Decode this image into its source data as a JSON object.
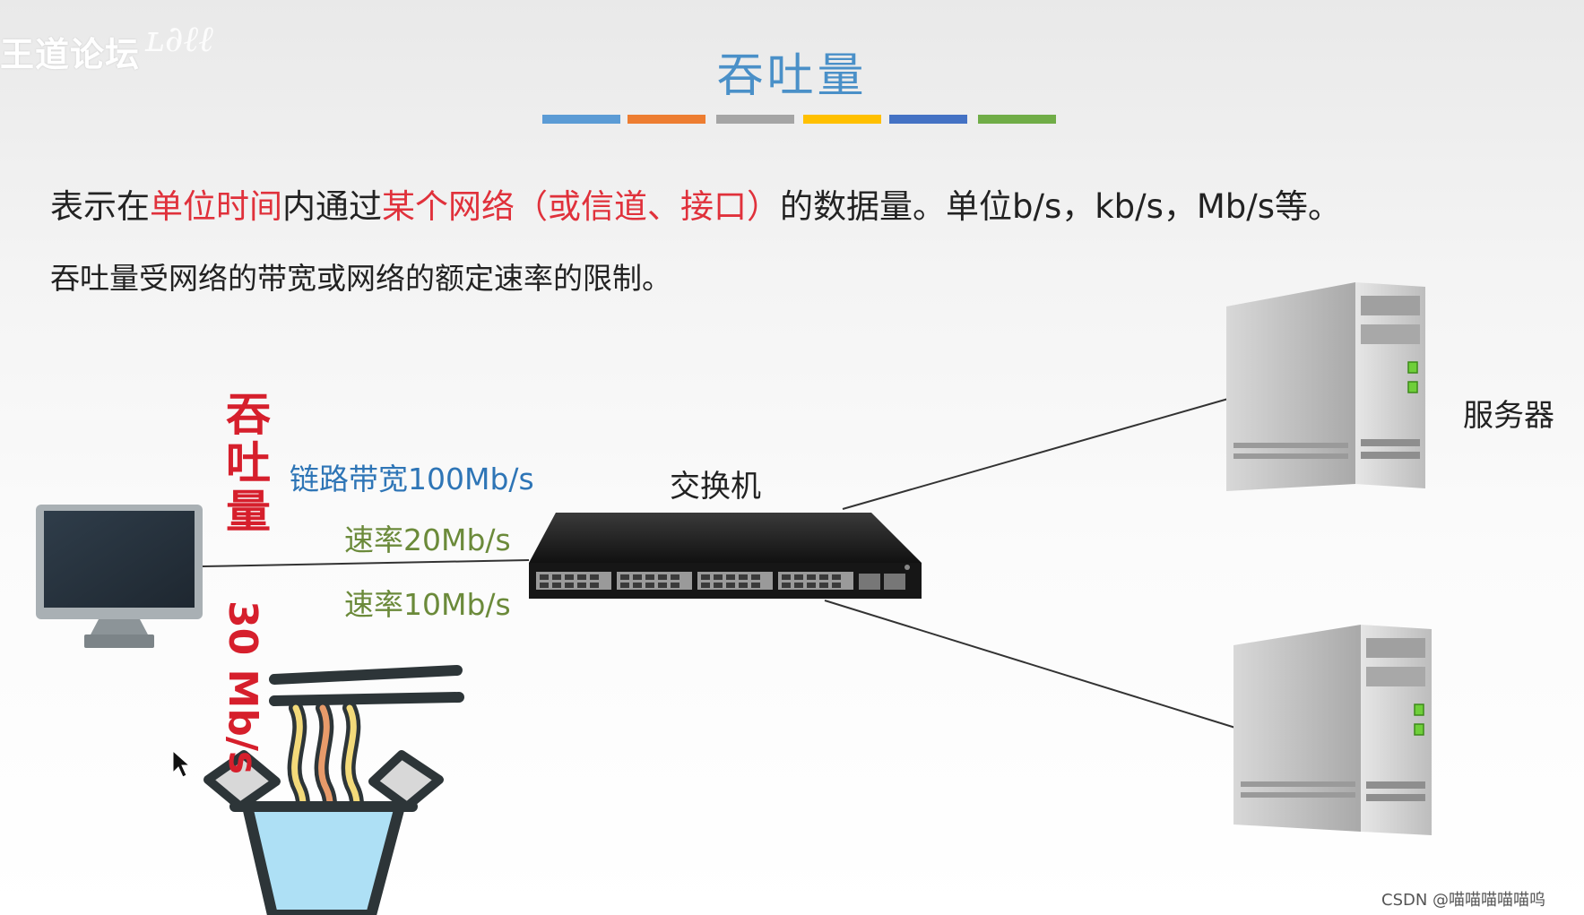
{
  "watermark": {
    "forum": "王道论坛"
  },
  "title": "吞吐量",
  "title_bar_colors": [
    "#5b9bd5",
    "#ed7d31",
    "#a5a5a5",
    "#ffc000",
    "#4472c4",
    "#70ad47"
  ],
  "definition": {
    "part1": "表示在",
    "part2_highlight": "单位时间",
    "part3": "内通过",
    "part4_highlight": "某个网络（或信道、接口）",
    "part5": "的数据量。单位b/s，kb/s，Mb/s等。"
  },
  "note": "吞吐量受网络的带宽或网络的额定速率的限制。",
  "diagram": {
    "throughput_label": "吞吐量",
    "throughput_value": "30 Mb/s",
    "link_bandwidth": "链路带宽100Mb/s",
    "rate_1": "速率20Mb/s",
    "rate_2": "速率10Mb/s",
    "switch_label": "交换机",
    "server_label": "服务器"
  },
  "footer": {
    "credit": "CSDN @喵喵喵喵喵呜"
  },
  "colors": {
    "title": "#4a90c8",
    "highlight": "#e0313b",
    "throughput": "#d61f2c",
    "bandwidth": "#2e75b6",
    "rate": "#6b8a3a"
  }
}
